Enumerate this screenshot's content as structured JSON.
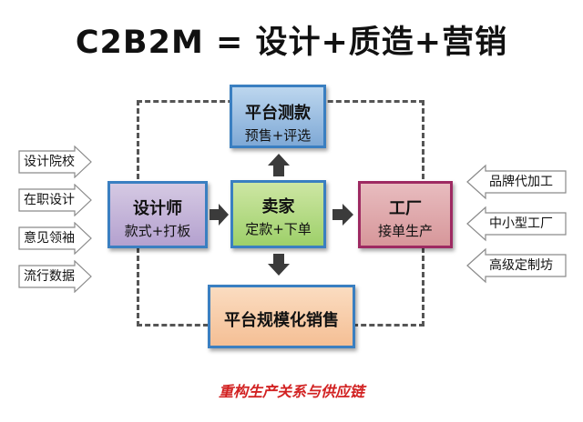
{
  "title": "C2B2M = 设计+质造+营销",
  "boxes": {
    "top": {
      "title": "平台测款",
      "sub": "预售+评选"
    },
    "designer": {
      "title": "设计师",
      "sub": "款式+打板"
    },
    "seller": {
      "title": "卖家",
      "sub": "定款+下单"
    },
    "factory": {
      "title": "工厂",
      "sub": "接单生产"
    },
    "bottom": {
      "title": "平台规模化销售"
    }
  },
  "left_inputs": [
    "设计院校",
    "在职设计",
    "意见领袖",
    "流行数据"
  ],
  "right_inputs": [
    "品牌代加工",
    "中小型工厂",
    "高级定制坊"
  ],
  "footer": "重构生产关系与供应链",
  "colors": {
    "box_border": "#3a7fc1",
    "factory_border": "#9e2a62",
    "arrow": "#3b3b3b",
    "footer": "#d22222"
  }
}
